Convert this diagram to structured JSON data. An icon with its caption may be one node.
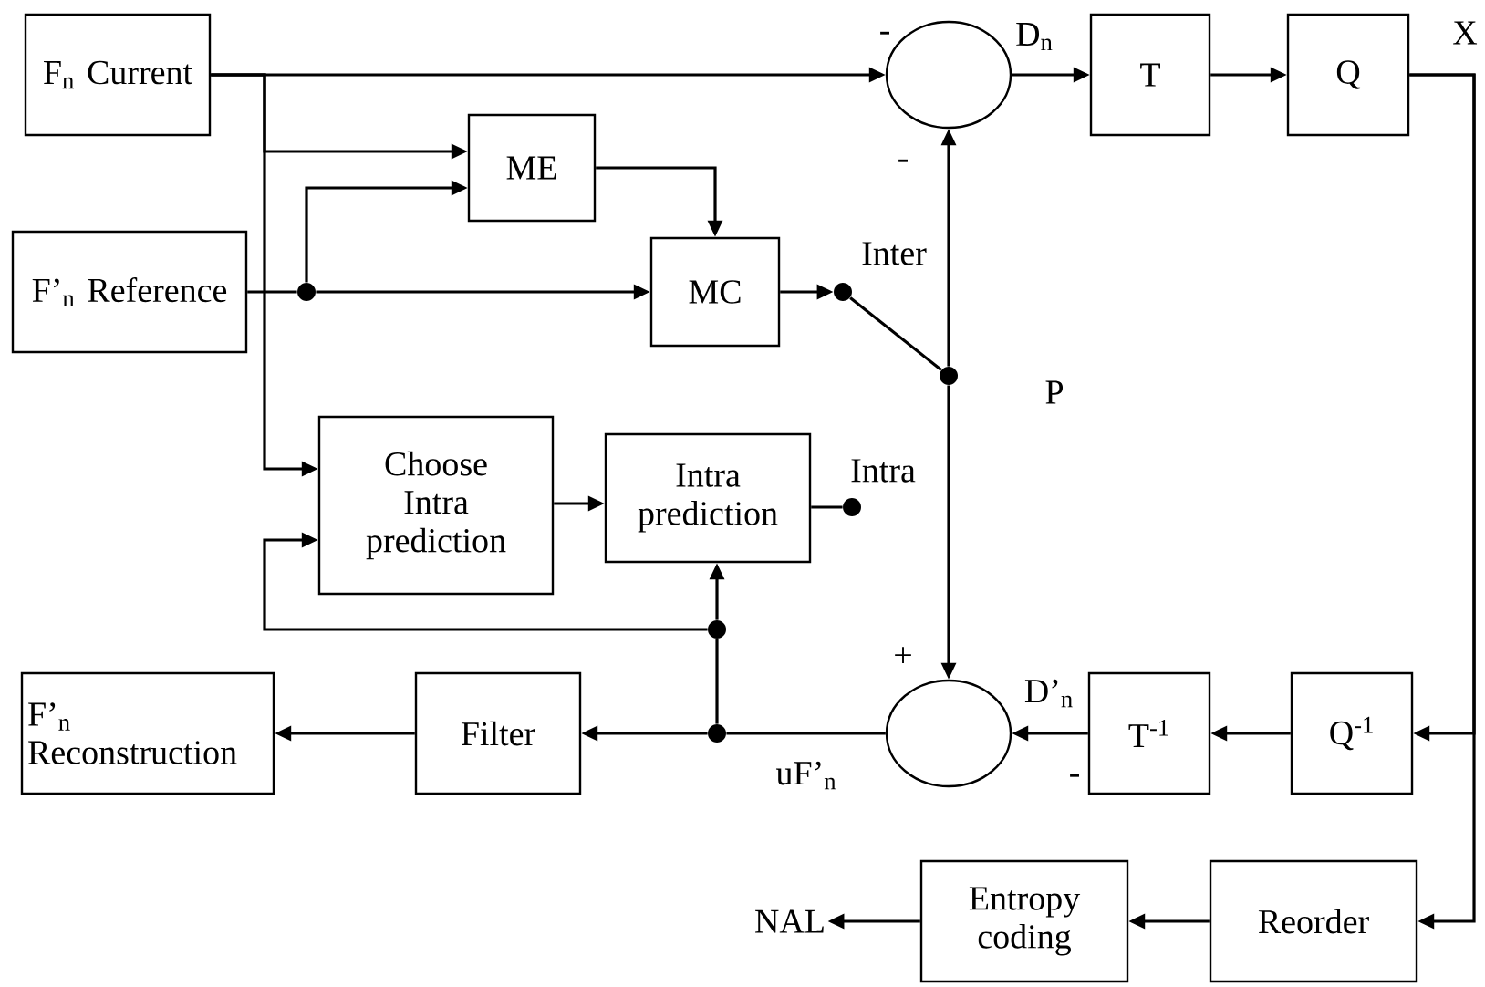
{
  "diagram": {
    "nodes": [
      {
        "text": [
          "F$_{n}$ Current"
        ]
      },
      {
        "text": [
          "F’$_{n}$ Reference"
        ]
      },
      {
        "text": [
          "ME"
        ]
      },
      {
        "text": [
          "MC"
        ]
      },
      {
        "text": [
          "Choose Intra prediction"
        ]
      },
      {
        "text": [
          "Intra prediction"
        ]
      },
      {
        "text": [],
        "shape": "circle",
        "beside": [
          "-",
          "-"
        ]
      },
      {
        "text": [
          "T"
        ]
      },
      {
        "text": [
          "Q"
        ]
      },
      {
        "text": [
          "Filter"
        ]
      },
      {
        "text": [
          "F’$_{n}$ Reconstruction"
        ]
      },
      {
        "text": [],
        "shape": "circle",
        "beside": [
          "+"
        ]
      },
      {
        "text": [
          "T$^{-1}$"
        ]
      },
      {
        "text": [
          "Q$^{-1}$"
        ]
      },
      {
        "text": [
          "Reorder"
        ]
      },
      {
        "text": [
          "Entropy coding"
        ]
      },
      {
        "text": [
          "NAL"
        ]
      },
      {
        "text": [],
        "shape": "circle",
        "beside": [
          "Inter"
        ]
      },
      {
        "text": [],
        "shape": "circle",
        "beside": [
          "P"
        ]
      },
      {
        "text": [],
        "shape": "circle",
        "beside": [
          "Intra"
        ]
      },
      {
        "text": [],
        "shape": "circle"
      },
      {
        "text": [],
        "shape": "circle"
      },
      {
        "text": [],
        "shape": "circle"
      }
    ],
    "edges": [
      {
        "from": 0,
        "to": 6,
        "arrow": "to"
      },
      {
        "from": 0,
        "to": 2,
        "arrow": "to"
      },
      {
        "from": 0,
        "to": 4,
        "arrow": "to"
      },
      {
        "from": 1,
        "to": 20,
        "arrow": "none"
      },
      {
        "from": 20,
        "to": 2,
        "arrow": "to"
      },
      {
        "from": 20,
        "to": 3,
        "arrow": "to"
      },
      {
        "from": 2,
        "to": 3,
        "arrow": "to"
      },
      {
        "from": 3,
        "to": 17,
        "arrow": "to"
      },
      {
        "from": 17,
        "to": 18,
        "arrow": "none"
      },
      {
        "from": 18,
        "to": 6,
        "arrow": "to"
      },
      {
        "from": 18,
        "to": 11,
        "arrow": "to"
      },
      {
        "from": 5,
        "to": 19,
        "arrow": "none"
      },
      {
        "from": 4,
        "to": 5,
        "arrow": "to"
      },
      {
        "from": 6,
        "to": 7,
        "arrow": "to",
        "label": "D$_{n}$"
      },
      {
        "from": 7,
        "to": 8,
        "arrow": "to"
      },
      {
        "from": 8,
        "to": 13,
        "arrow": "to",
        "label": "X"
      },
      {
        "from": 8,
        "to": 14,
        "arrow": "to"
      },
      {
        "from": 13,
        "to": 12,
        "arrow": "to"
      },
      {
        "from": 12,
        "to": 11,
        "arrow": "to",
        "label": "D’$_{n}$"
      },
      {
        "from": 11,
        "to": 21,
        "arrow": "none",
        "label": "uF’$_{n}$"
      },
      {
        "from": 21,
        "to": 9,
        "arrow": "to"
      },
      {
        "from": 21,
        "to": 22,
        "arrow": "none"
      },
      {
        "from": 22,
        "to": 5,
        "arrow": "to"
      },
      {
        "from": 22,
        "to": 4,
        "arrow": "to"
      },
      {
        "from": 9,
        "to": 10,
        "arrow": "to"
      },
      {
        "from": 14,
        "to": 15,
        "arrow": "to"
      },
      {
        "from": 15,
        "to": 16,
        "arrow": "to"
      }
    ],
    "labels": [
      "-"
    ]
  }
}
